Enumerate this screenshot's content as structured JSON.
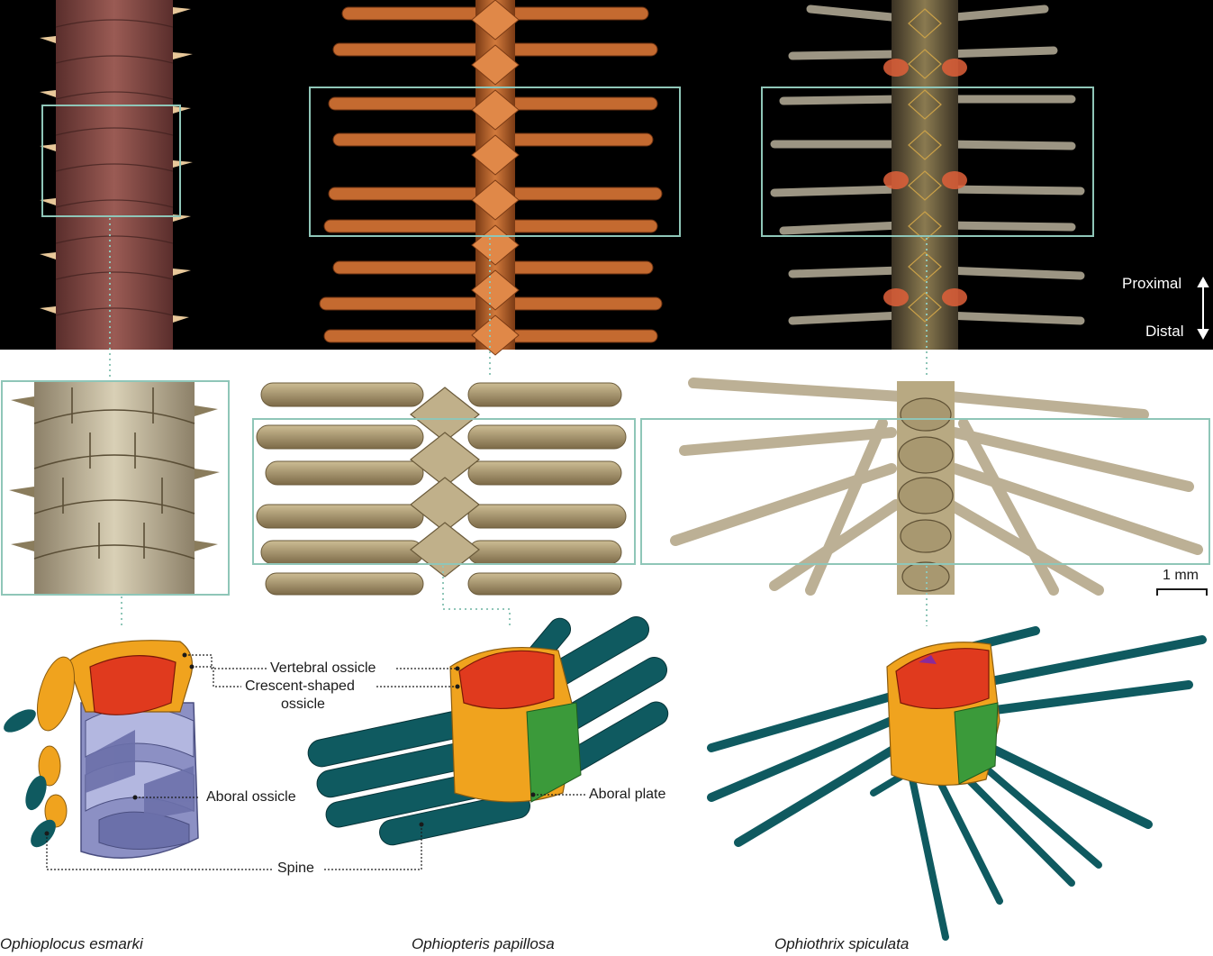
{
  "orientation": {
    "proximal": "Proximal",
    "distal": "Distal"
  },
  "scale_bar": {
    "label": "1 mm"
  },
  "annotations": {
    "vertebral": "Vertebral ossicle",
    "crescent_line1": "Crescent-shaped",
    "crescent_line2": "ossicle",
    "aboral_ossicle": "Aboral ossicle",
    "aboral_plate": "Aboral plate",
    "spine": "Spine"
  },
  "species": [
    {
      "name": "Ophioplocus esmarki"
    },
    {
      "name": "Ophiopteris papillosa"
    },
    {
      "name": "Ophiothrix spiculata"
    }
  ],
  "colors": {
    "frame": "#8fc6b8",
    "vertebral": "#e03a1e",
    "crescent": "#f0a31e",
    "aboral": "#8a8fc4",
    "aboral_plate": "#3b9a3a",
    "spine": "#0f5a60"
  }
}
